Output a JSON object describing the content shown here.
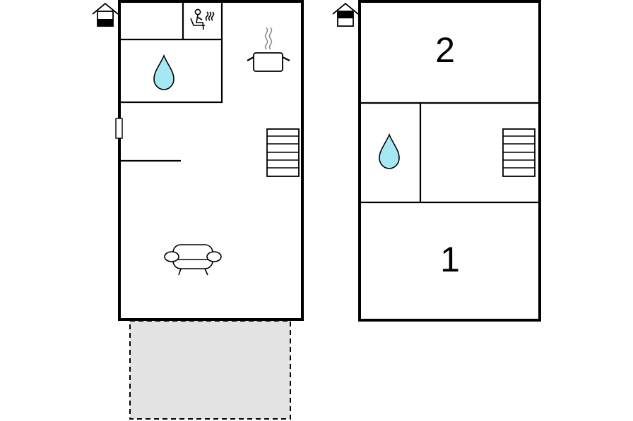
{
  "floor_plan": {
    "ground_floor": {
      "level_icon": "house-ground-floor-icon",
      "rooms": [
        "sauna",
        "bathroom",
        "kitchen",
        "stairs",
        "living-room",
        "terrace"
      ],
      "icons": [
        "house-ground-floor-icon",
        "sauna-icon",
        "water-drop-icon",
        "cooking-pot-icon",
        "stairs-icon",
        "sofa-icon",
        "door-icon"
      ]
    },
    "upper_floor": {
      "level_icon": "house-upper-floor-icon",
      "bedroom_top_number": "2",
      "bedroom_bottom_number": "1",
      "icons": [
        "house-upper-floor-icon",
        "water-drop-icon",
        "stairs-icon"
      ]
    },
    "colors": {
      "walls": "#000000",
      "water": "#a6e7f4",
      "terrace_fill": "#e3e3e3",
      "steam": "#888888",
      "background": "#ffffff"
    }
  }
}
